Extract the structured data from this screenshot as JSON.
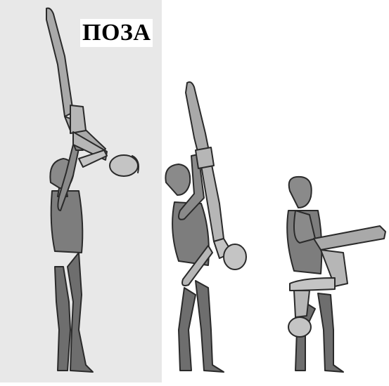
{
  "label": {
    "text": "ПОЗА"
  },
  "colors": {
    "panel": "#e8e8e8",
    "base_partner": "#6e6e6e",
    "base_partner_light": "#8a8a8a",
    "flyer": "#a9a9a9",
    "flyer_light": "#c4c4c4",
    "outline": "#2a2a2a"
  },
  "figures": [
    {
      "name": "figure-group-1",
      "base": "standing-lifter",
      "flyer": "vertical-split-inverted"
    },
    {
      "name": "figure-group-2",
      "base": "squatting-lifter",
      "flyer": "vertical-split-inverted"
    },
    {
      "name": "figure-group-3",
      "base": "squatting-lifter",
      "flyer": "horizontal-leg-extension"
    }
  ]
}
